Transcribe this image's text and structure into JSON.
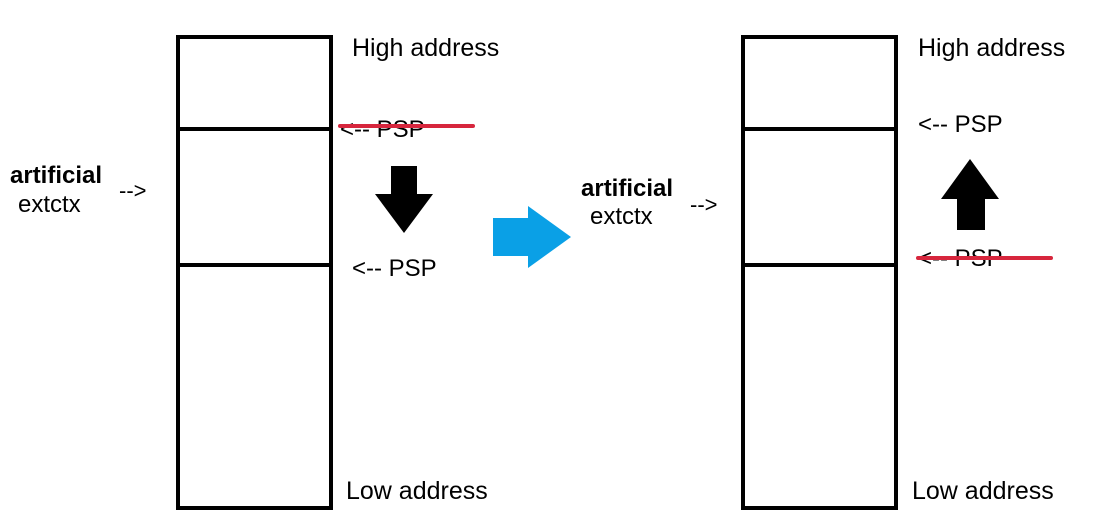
{
  "left": {
    "high_label": "High address",
    "low_label": "Low address",
    "psp_old": "<-- PSP",
    "psp_new": "<-- PSP",
    "extctx_line1": "artificial",
    "extctx_line2": "extctx",
    "extctx_arrow": "-->"
  },
  "right": {
    "high_label": "High address",
    "low_label": "Low address",
    "psp_new": "<-- PSP",
    "psp_old": "<-- PSP",
    "extctx_line1": "artificial",
    "extctx_line2": "extctx",
    "extctx_arrow": "-->"
  },
  "colors": {
    "strike": "#d7263d",
    "transition_arrow": "#0aa0e6",
    "direction_arrow": "#000000"
  },
  "icons": {
    "down": "arrow-down-icon",
    "up": "arrow-up-icon",
    "transition": "arrow-right-icon"
  }
}
